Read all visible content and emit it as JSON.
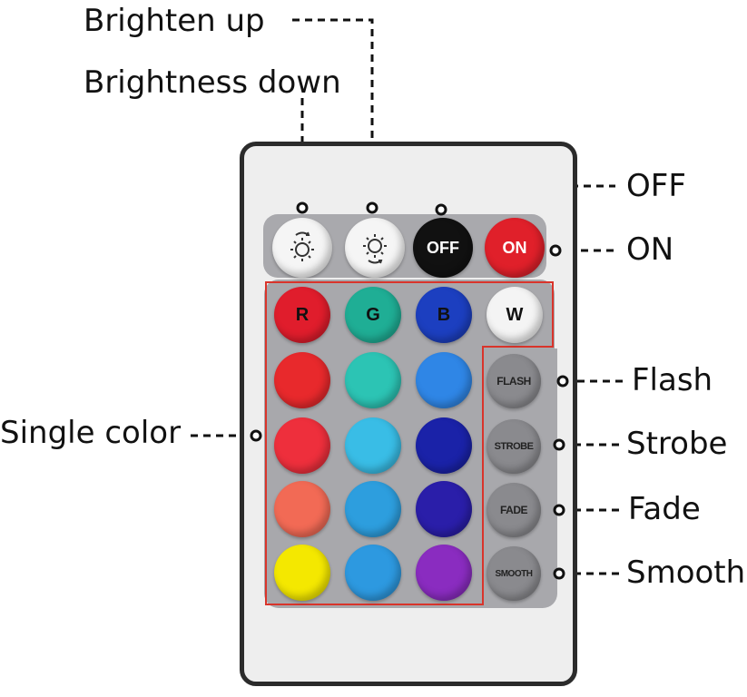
{
  "labels": {
    "brighten_up": "Brighten up",
    "brightness_down": "Brightness down",
    "off": "OFF",
    "on": "ON",
    "flash": "Flash",
    "strobe": "Strobe",
    "fade": "Fade",
    "smooth": "Smooth",
    "single_color": "Single color"
  },
  "buttons": {
    "off": "OFF",
    "on": "ON",
    "r": "R",
    "g": "G",
    "b": "B",
    "w": "W",
    "flash": "FLASH",
    "strobe": "STROBE",
    "fade": "FADE",
    "smooth": "SMOOTH"
  },
  "colors": {
    "r": "#e01d2c",
    "g": "#1fae95",
    "b": "#1c3fc0",
    "w": "#f4f4f4",
    "row2": [
      "#e8292c",
      "#2cc4b4",
      "#2f86e6"
    ],
    "row3": [
      "#ee2f3c",
      "#39bde6",
      "#1a22a8"
    ],
    "row4": [
      "#f26a55",
      "#2d9ede",
      "#2a1ea9"
    ],
    "row5": [
      "#f4e800",
      "#2d99e0",
      "#8a2cc0"
    ],
    "highlight": "#d9342b"
  }
}
